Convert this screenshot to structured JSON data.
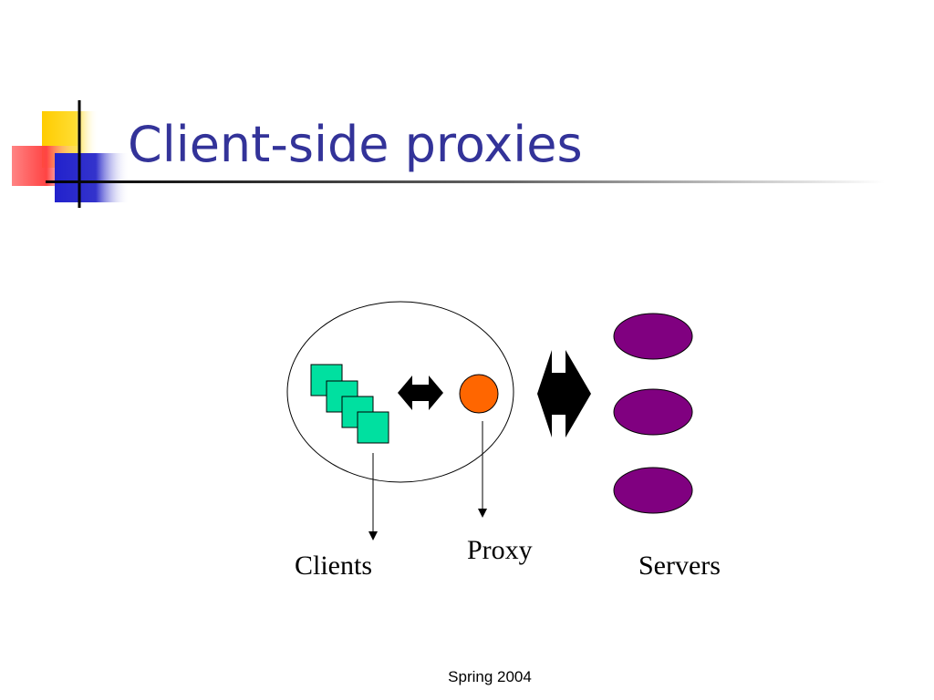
{
  "slide": {
    "title": "Client-side proxies",
    "footer": "Spring 2004"
  },
  "diagram": {
    "labels": {
      "clients": "Clients",
      "proxy": "Proxy",
      "servers": "Servers"
    },
    "client_count": 4,
    "server_count": 3,
    "colors": {
      "title": "#333399",
      "client": "#00e0a0",
      "proxy": "#ff6600",
      "server": "#800080",
      "deco_yellow": "#ffcc00",
      "deco_red": "#ff3333",
      "deco_blue": "#3333cc"
    }
  }
}
